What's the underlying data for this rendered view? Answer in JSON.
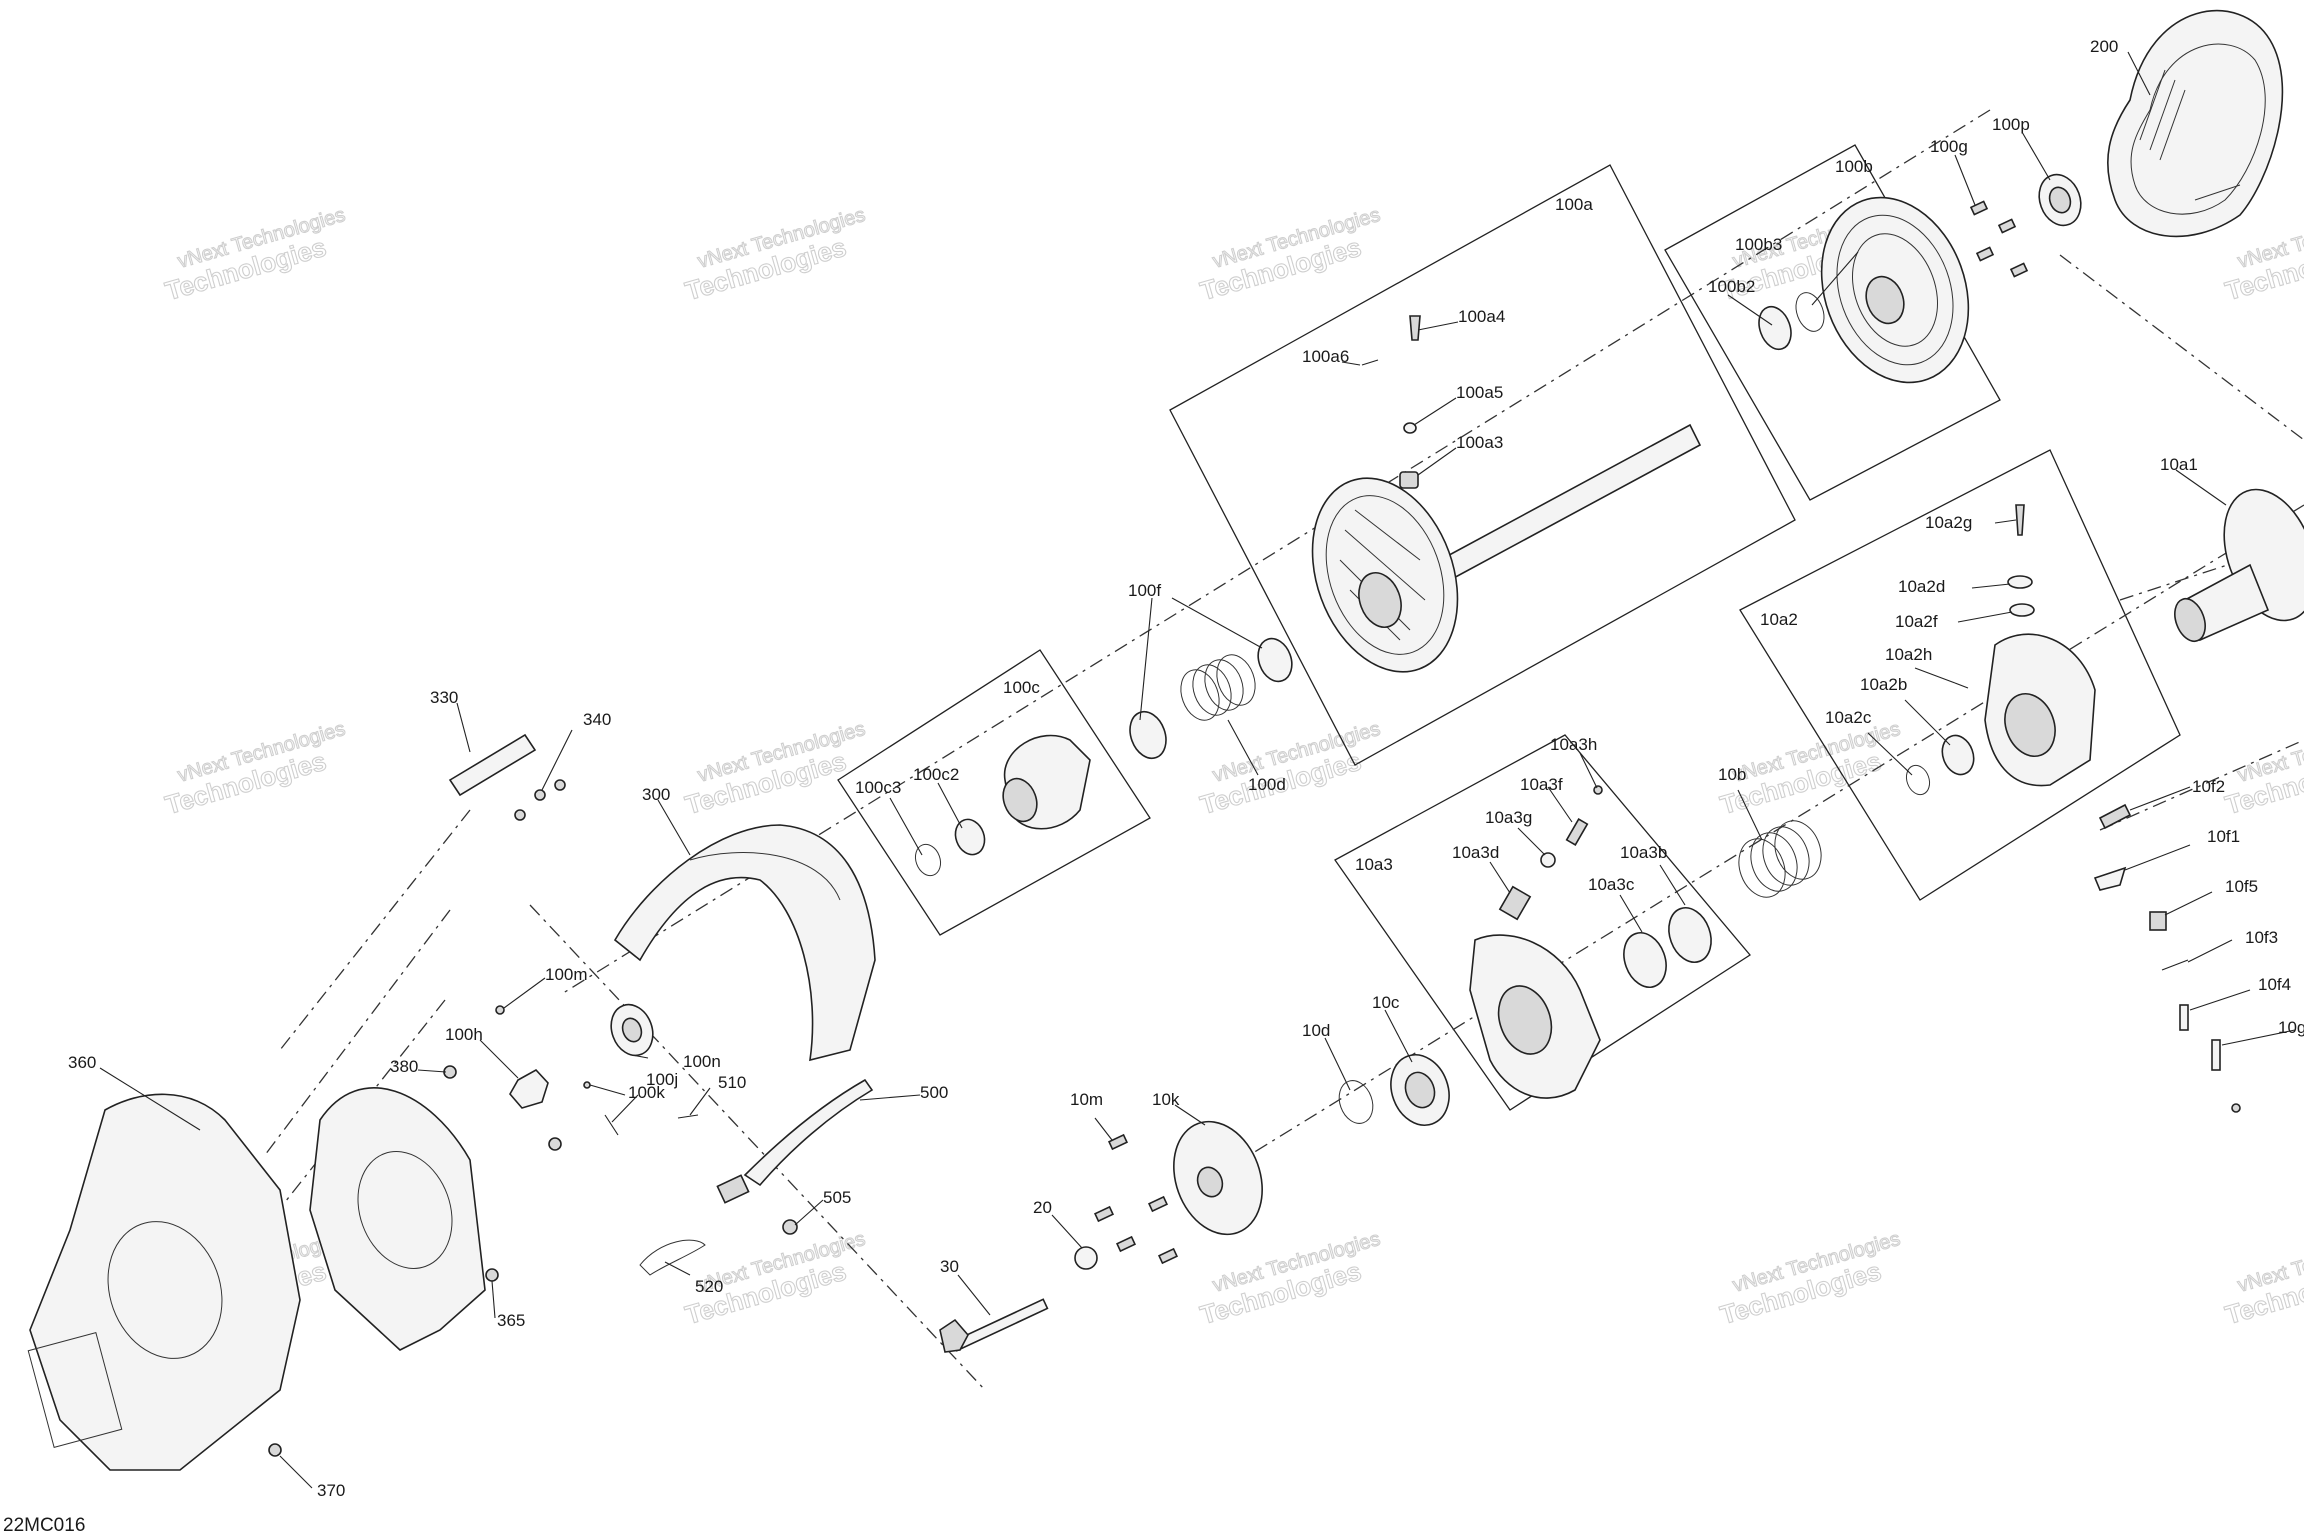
{
  "diagram": {
    "code": "22MC016",
    "watermark": {
      "line1": "vNext Technologies",
      "line2": "Technologies"
    },
    "labels": {
      "l200": "200",
      "l100p": "100p",
      "l100g": "100g",
      "l100b": "100b",
      "l100b3": "100b3",
      "l100b2": "100b2",
      "l100a": "100a",
      "l100a4": "100a4",
      "l100a6": "100a6",
      "l100a5": "100a5",
      "l100a3": "100a3",
      "l10a1": "10a1",
      "l10a2g": "10a2g",
      "l10a2d": "10a2d",
      "l10a2f": "10a2f",
      "l10a2": "10a2",
      "l10a2h": "10a2h",
      "l10a2b": "10a2b",
      "l10a2c": "10a2c",
      "l100f": "100f",
      "l100c": "100c",
      "l100c3": "100c3",
      "l100c2": "100c2",
      "l100d": "100d",
      "l10b": "10b",
      "l10f2": "10f2",
      "l10f1": "10f1",
      "l10f5": "10f5",
      "l10f3": "10f3",
      "l10f4": "10f4",
      "l10g": "10g",
      "l10a3h": "10a3h",
      "l10a3f": "10a3f",
      "l10a3g": "10a3g",
      "l10a3d": "10a3d",
      "l10a3": "10a3",
      "l10a3c": "10a3c",
      "l10a3b": "10a3b",
      "l330": "330",
      "l340": "340",
      "l300": "300",
      "l100m": "100m",
      "l100h": "100h",
      "l100k": "100k",
      "l100n": "100n",
      "l100j": "100j",
      "l360": "360",
      "l380": "380",
      "l510": "510",
      "l500": "500",
      "l505": "505",
      "l520": "520",
      "l365": "365",
      "l370": "370",
      "l10d": "10d",
      "l10c": "10c",
      "l10k": "10k",
      "l10m": "10m",
      "l20": "20",
      "l30": "30"
    }
  }
}
